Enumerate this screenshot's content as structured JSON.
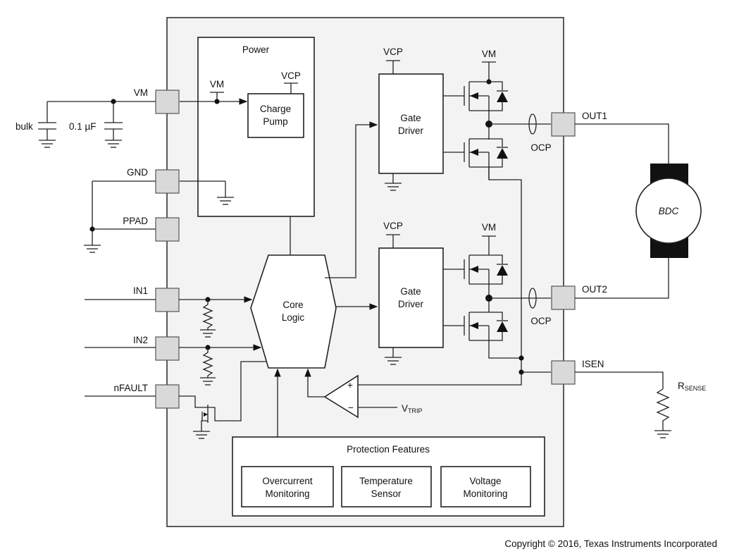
{
  "labels": {
    "power": "Power",
    "vm_internal": "VM",
    "vcp_power": "VCP",
    "charge_pump_1": "Charge",
    "charge_pump_2": "Pump",
    "vcp_gd1": "VCP",
    "vcp_gd2": "VCP",
    "vm_hb1": "VM",
    "vm_hb2": "VM",
    "gate_driver_1a": "Gate",
    "gate_driver_1b": "Driver",
    "gate_driver_2a": "Gate",
    "gate_driver_2b": "Driver",
    "ocp_1": "OCP",
    "ocp_2": "OCP",
    "core_logic_1": "Core",
    "core_logic_2": "Logic",
    "protection_title": "Protection Features",
    "overcurrent_1": "Overcurrent",
    "overcurrent_2": "Monitoring",
    "temperature_1": "Temperature",
    "temperature_2": "Sensor",
    "voltage_1": "Voltage",
    "voltage_2": "Monitoring",
    "vtrip_main": "V",
    "vtrip_sub": "TRIP",
    "comp_plus": "+",
    "comp_minus": "−",
    "motor": "BDC",
    "rsense_main": "R",
    "rsense_sub": "SENSE",
    "bulk": "bulk",
    "cap_01uf": "0.1 µF",
    "copyright": "Copyright © 2016, Texas Instruments Incorporated"
  },
  "pins": {
    "vm": "VM",
    "gnd": "GND",
    "ppad": "PPAD",
    "in1": "IN1",
    "in2": "IN2",
    "nfault": "nFAULT",
    "out1": "OUT1",
    "out2": "OUT2",
    "isen": "ISEN"
  }
}
